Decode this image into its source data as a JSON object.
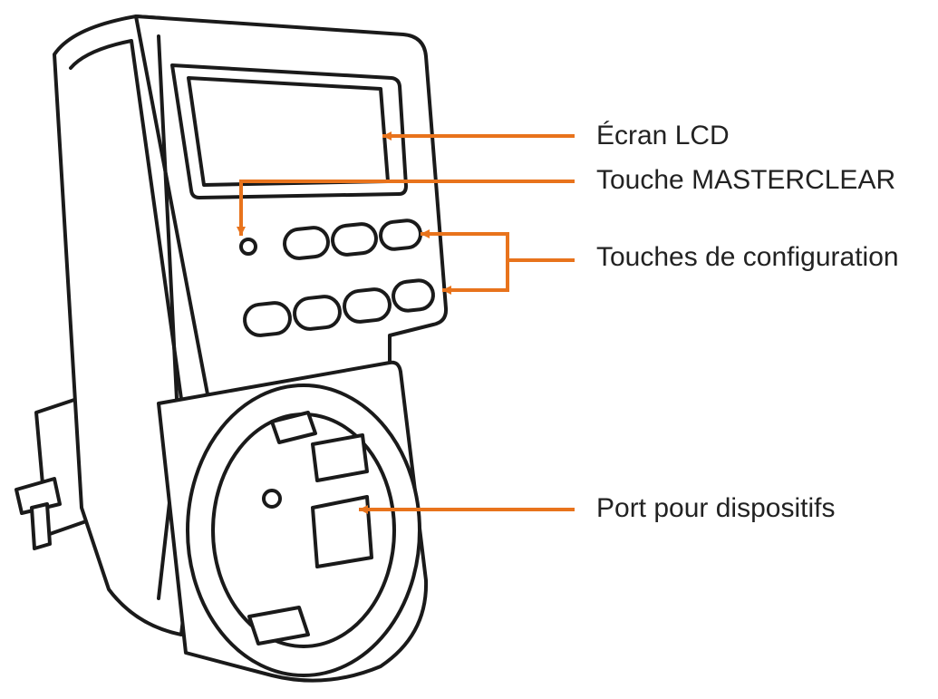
{
  "colors": {
    "accent": "#e8731c",
    "outline": "#1a1a1a",
    "fill": "#ffffff",
    "label": "#222222"
  },
  "callouts": [
    {
      "id": "lcd",
      "label": "Écran LCD"
    },
    {
      "id": "masterclear",
      "label": "Touche MASTERCLEAR"
    },
    {
      "id": "config",
      "label": "Touches de configuration"
    },
    {
      "id": "port",
      "label": "Port pour dispositifs"
    }
  ]
}
